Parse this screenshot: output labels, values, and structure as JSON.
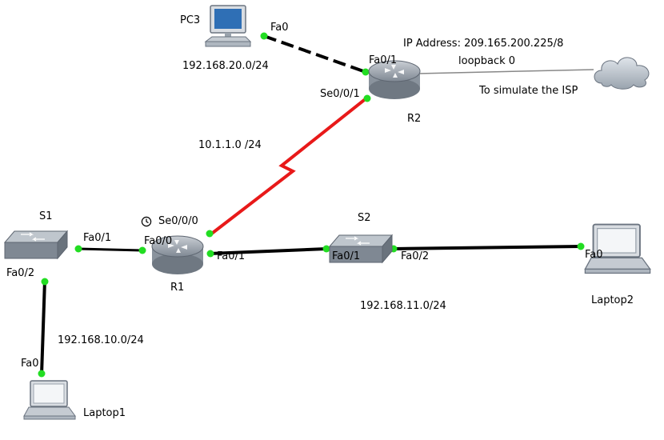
{
  "devices": {
    "pc3": "PC3",
    "r2": "R2",
    "r1": "R1",
    "s1": "S1",
    "s2": "S2",
    "laptop1": "Laptop1",
    "laptop2": "Laptop2"
  },
  "ports": {
    "pc3_fa0": "Fa0",
    "r2_fa01": "Fa0/1",
    "r2_se001": "Se0/0/1",
    "r1_se000": "Se0/0/0",
    "r1_fa00": "Fa0/0",
    "r1_fa01": "Fa0/1",
    "s1_fa01": "Fa0/1",
    "s1_fa02": "Fa0/2",
    "s2_fa01": "Fa0/1",
    "s2_fa02": "Fa0/2",
    "laptop1_fa0": "Fa0",
    "laptop2_fa0": "Fa0"
  },
  "networks": {
    "pc3_net": "192.168.20.0/24",
    "serial_net": "10.1.1.0 /24",
    "s1_net": "192.168.10.0/24",
    "s2_net": "192.168.11.0/24"
  },
  "isp": {
    "ip": "IP Address: 209.165.200.225/8",
    "loopback": "loopback 0",
    "note": "To simulate the ISP"
  },
  "colors": {
    "serial_link": "#e81919",
    "ethernet_link": "#000000",
    "isp_link": "#888888",
    "port_up": "#22dd22"
  },
  "icons": [
    "pc-icon",
    "router-icon",
    "switch-icon",
    "laptop-icon",
    "cloud-icon",
    "clock-icon"
  ]
}
